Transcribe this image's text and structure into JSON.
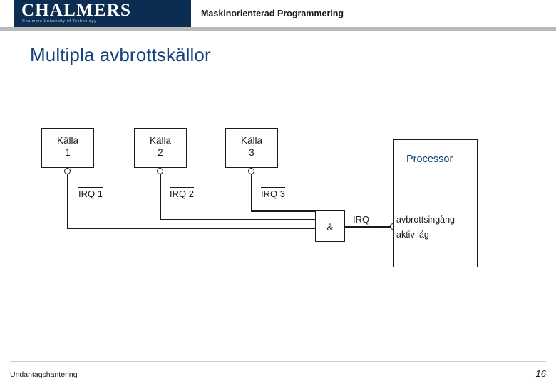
{
  "header": {
    "logo_wordmark": "CHALMERS",
    "logo_subtitle": "Chalmers University of Technology",
    "course_title": "Maskinorienterad Programmering"
  },
  "slide": {
    "title": "Multipla avbrottskällor"
  },
  "diagram": {
    "sources": [
      {
        "line1": "Källa",
        "line2": "1"
      },
      {
        "line1": "Källa",
        "line2": "2"
      },
      {
        "line1": "Källa",
        "line2": "3"
      }
    ],
    "signals": [
      {
        "label": "IRQ 1"
      },
      {
        "label": "IRQ 2"
      },
      {
        "label": "IRQ 3"
      }
    ],
    "and_gate": {
      "label": "&"
    },
    "irq_out": {
      "label": "IRQ"
    },
    "processor": {
      "label": "Processor"
    },
    "processor_note": {
      "line1": "avbrottsingång",
      "line2": "aktiv låg"
    }
  },
  "footer": {
    "left": "Undantagshantering",
    "page": "16"
  },
  "colors": {
    "brand_blue": "#0c2d52",
    "title_blue": "#13427c",
    "rule_gray": "#b9b9b9",
    "ink": "#1a1a1a"
  }
}
